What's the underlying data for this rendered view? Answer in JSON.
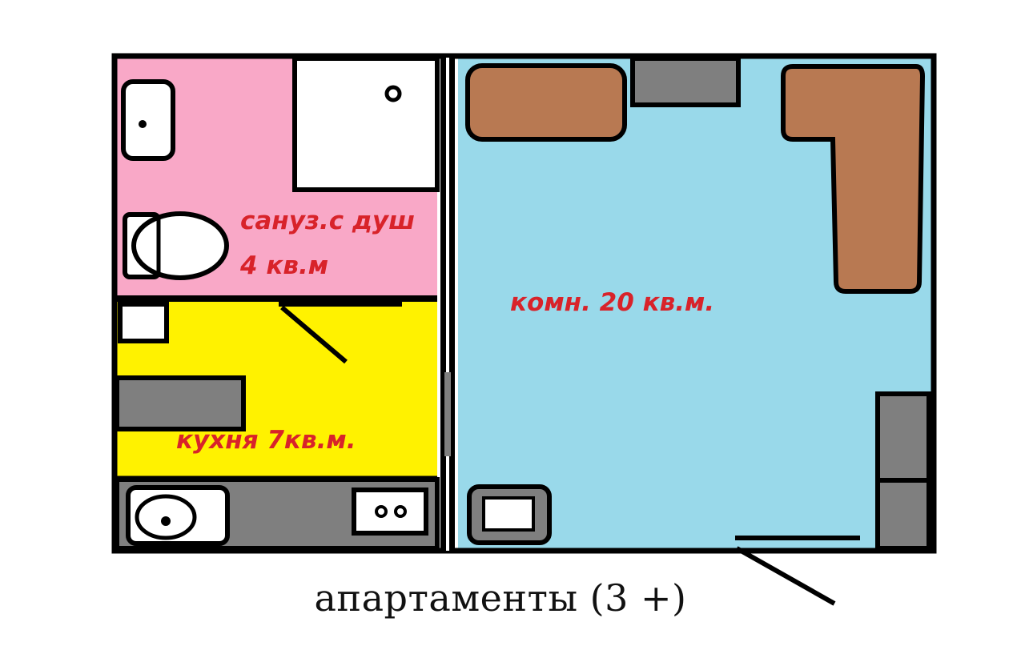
{
  "plan": {
    "colors": {
      "bathroom": "#f9a8c7",
      "kitchen": "#fff200",
      "room": "#99d9ea",
      "furniture_brown": "#b87952",
      "appliance_gray": "#7f7f7f",
      "wall": "#000000",
      "label_red": "#d8232a"
    },
    "rooms": {
      "bathroom": {
        "label_line1": "сануз.с душ",
        "label_line2": "4 кв.м"
      },
      "kitchen": {
        "label": "кухня 7кв.м."
      },
      "living_room": {
        "label": "комн. 20 кв.м."
      }
    }
  },
  "caption": "апартаменты (3 +)"
}
